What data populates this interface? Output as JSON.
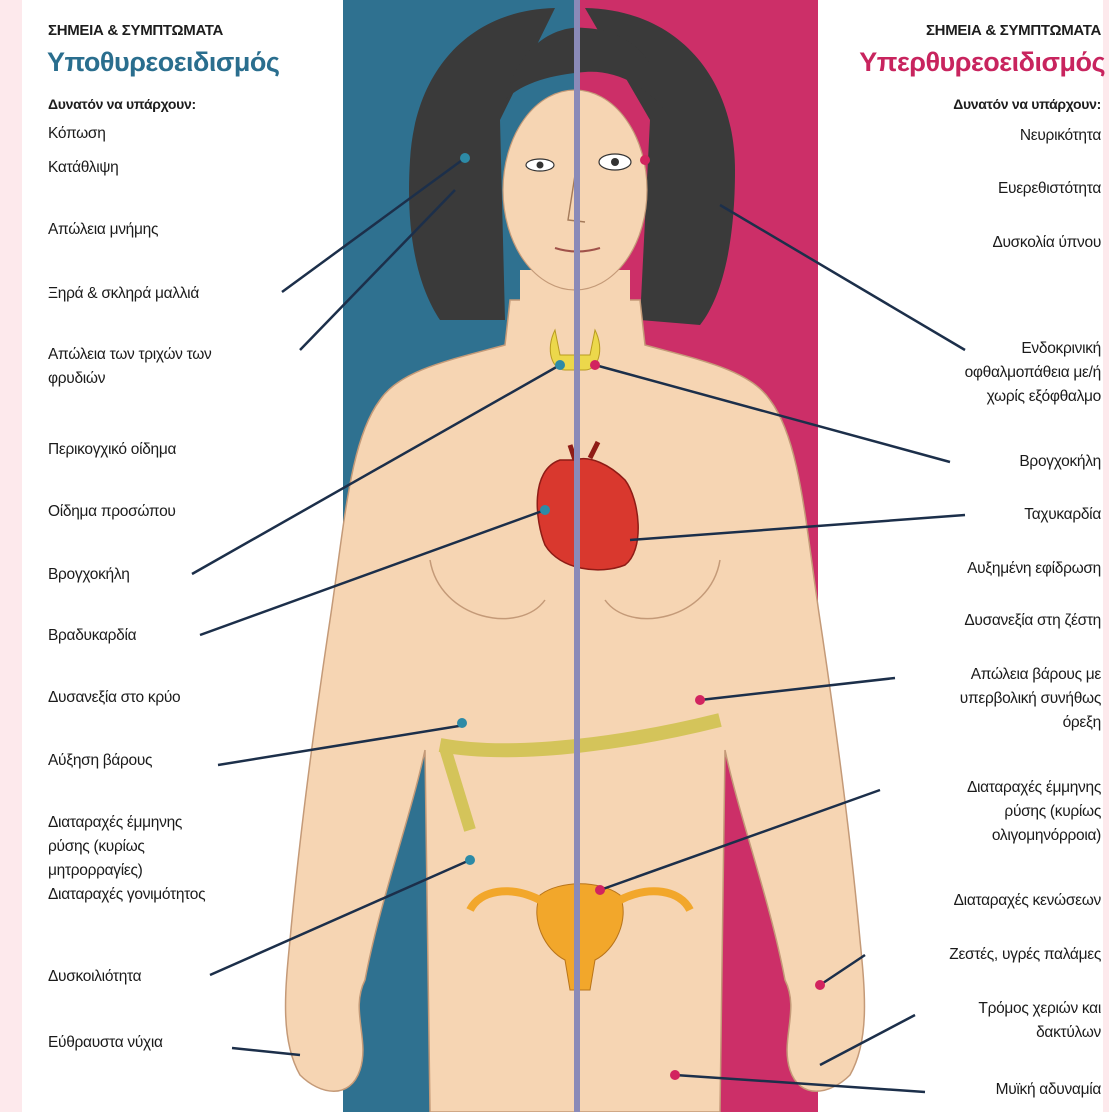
{
  "left": {
    "kicker": "ΣΗΜΕΙΑ & ΣΥΜΠΤΩΜΑΤΑ",
    "heading": "Υποθυρεοειδισμός",
    "sub": "Δυνατόν να υπάρχουν:",
    "items": [
      "Κόπωση",
      "Κατάθλιψη",
      "Απώλεια μνήμης",
      "Ξηρά & σκληρά μαλλιά",
      "Απώλεια των τριχών των\nφρυδιών",
      "Περικογχικό οίδημα",
      "Οίδημα προσώπου",
      "Βρογχοκήλη",
      "Βραδυκαρδία",
      "Δυσανεξία στο κρύο",
      "Αύξηση βάρους",
      "Διαταραχές έμμηνης\nρύσης (κυρίως\nμητρορραγίες)\nΔιαταραχές γονιμότητος",
      "Δυσκοιλιότητα",
      "Εύθραυστα νύχια"
    ]
  },
  "right": {
    "kicker": "ΣΗΜΕΙΑ & ΣΥΜΠΤΩΜΑΤΑ",
    "heading": "Υπερθυρεοειδισμός",
    "sub": "Δυνατόν να υπάρχουν:",
    "items": [
      "Νευρικότητα",
      "Ευερεθιστότητα",
      "Δυσκολία ύπνου",
      "Ενδοκρινική\nοφθαλμοπάθεια με/ή\nχωρίς εξόφθαλμο",
      "Βρογχοκήλη",
      "Ταχυκαρδία",
      "Αυξημένη εφίδρωση",
      "Δυσανεξία στη ζέστη",
      "Απώλεια βάρους με\nυπερβολική συνήθως\nόρεξη",
      "Διαταραχές έμμηνης\nρύσης (κυρίως\nολιγομηνόρροια)",
      "Διαταραχές κενώσεων",
      "Ζεστές, υγρές παλάμες",
      "Τρόμος χεριών και\nδακτύλων",
      "Μυϊκή αδυναμία"
    ]
  },
  "colors": {
    "hypo_band": "#2f7190",
    "hyper_band": "#cc2f68",
    "skin": "#f6d5b3",
    "hair": "#3a3a3a",
    "heart": "#d9382e",
    "thyroid": "#ecd84b",
    "uterus": "#f2a72b",
    "hypo_dot": "#2d8aa6",
    "hyper_dot": "#d2245f",
    "divider": "#8a8ab8"
  }
}
